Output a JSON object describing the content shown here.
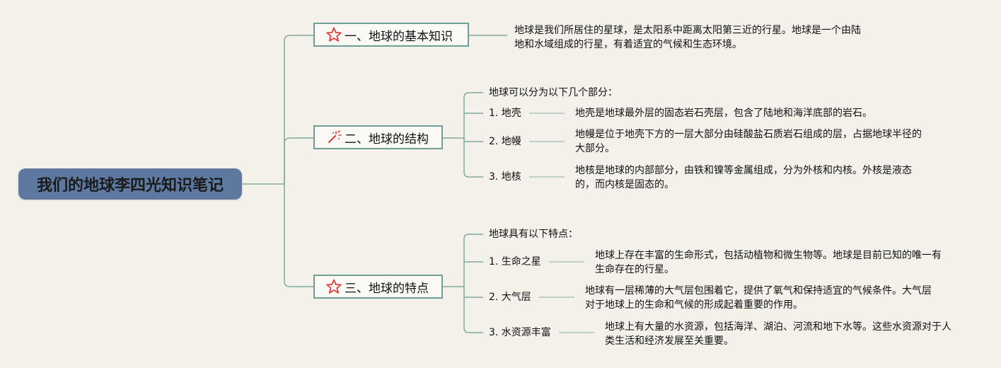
{
  "root": {
    "title": "我们的地球李四光知识笔记"
  },
  "branches": [
    {
      "label": "一、地球的基本知识",
      "icon": "star-icon"
    },
    {
      "label": "二、地球的结构",
      "icon": "magic-wand-icon"
    },
    {
      "label": "三、地球的特点",
      "icon": "star-icon"
    }
  ],
  "b1": {
    "desc_line1": "地球是我们所居住的星球，是太阳系中距离太阳第三近的行星。地球是一个由陆",
    "desc_line2": "地和水域组成的行星，有着适宜的气候和生态环境。"
  },
  "b2": {
    "intro": "地球可以分为以下几个部分：",
    "items": [
      {
        "label": "1. 地壳",
        "desc1": "地壳是地球最外层的固态岩石壳层，包含了陆地和海洋底部的岩石。",
        "desc2": ""
      },
      {
        "label": "2. 地幔",
        "desc1": "地幔是位于地壳下方的一层大部分由硅酸盐石质岩石组成的层，占据地球半径的",
        "desc2": "大部分。"
      },
      {
        "label": "3. 地核",
        "desc1": "地核是地球的内部部分，由铁和镍等金属组成，分为外核和内核。外核是液态",
        "desc2": "的，而内核是固态的。"
      }
    ]
  },
  "b3": {
    "intro": "地球具有以下特点：",
    "items": [
      {
        "label": "1. 生命之星",
        "desc1": "地球上存在丰富的生命形式，包括动植物和微生物等。地球是目前已知的唯一有",
        "desc2": "生命存在的行星。"
      },
      {
        "label": "2. 大气层",
        "desc1": "地球有一层稀薄的大气层包围着它，提供了氧气和保持适宜的气候条件。大气层",
        "desc2": "对于地球上的生命和气候的形成起着重要的作用。"
      },
      {
        "label": "3. 水资源丰富",
        "desc1": "地球上有大量的水资源，包括海洋、湖泊、河流和地下水等。这些水资源对于人",
        "desc2": "类生活和经济发展至关重要。"
      }
    ]
  },
  "colors": {
    "background": "#f4f0ea",
    "root_fill": "#5d79a0",
    "branch_border": "#6f9e92",
    "connector": "#7fa89a",
    "icon_red": "#e03e3e"
  }
}
